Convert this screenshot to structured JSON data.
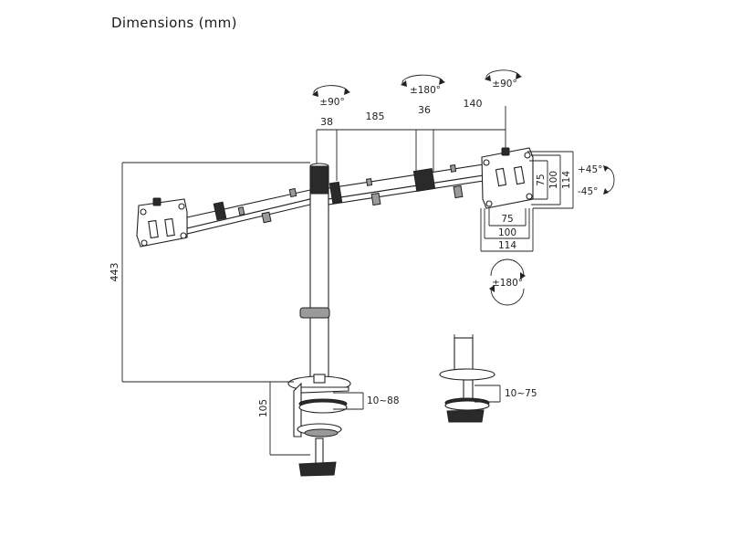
{
  "title": "Dimensions (mm)",
  "rotation_labels": {
    "left_arm_pivot": "±90°",
    "center_pivot": "±180°",
    "right_arm_pivot": "±90°",
    "vesa_rotate": "±180°",
    "tilt_up": "+45°",
    "tilt_down": "-45°"
  },
  "arm_dimensions": {
    "d1": "38",
    "d2": "185",
    "d3": "36",
    "d4": "140"
  },
  "vesa_dimensions": {
    "vertical_small": "75",
    "vertical_medium": "100",
    "vertical_large": "114",
    "horizontal_small": "75",
    "horizontal_medium": "100",
    "horizontal_large": "114"
  },
  "height_dimensions": {
    "pole_height": "443",
    "clamp_height": "105"
  },
  "clamp_ranges": {
    "clamp": "10~88",
    "grommet": "10~75"
  }
}
